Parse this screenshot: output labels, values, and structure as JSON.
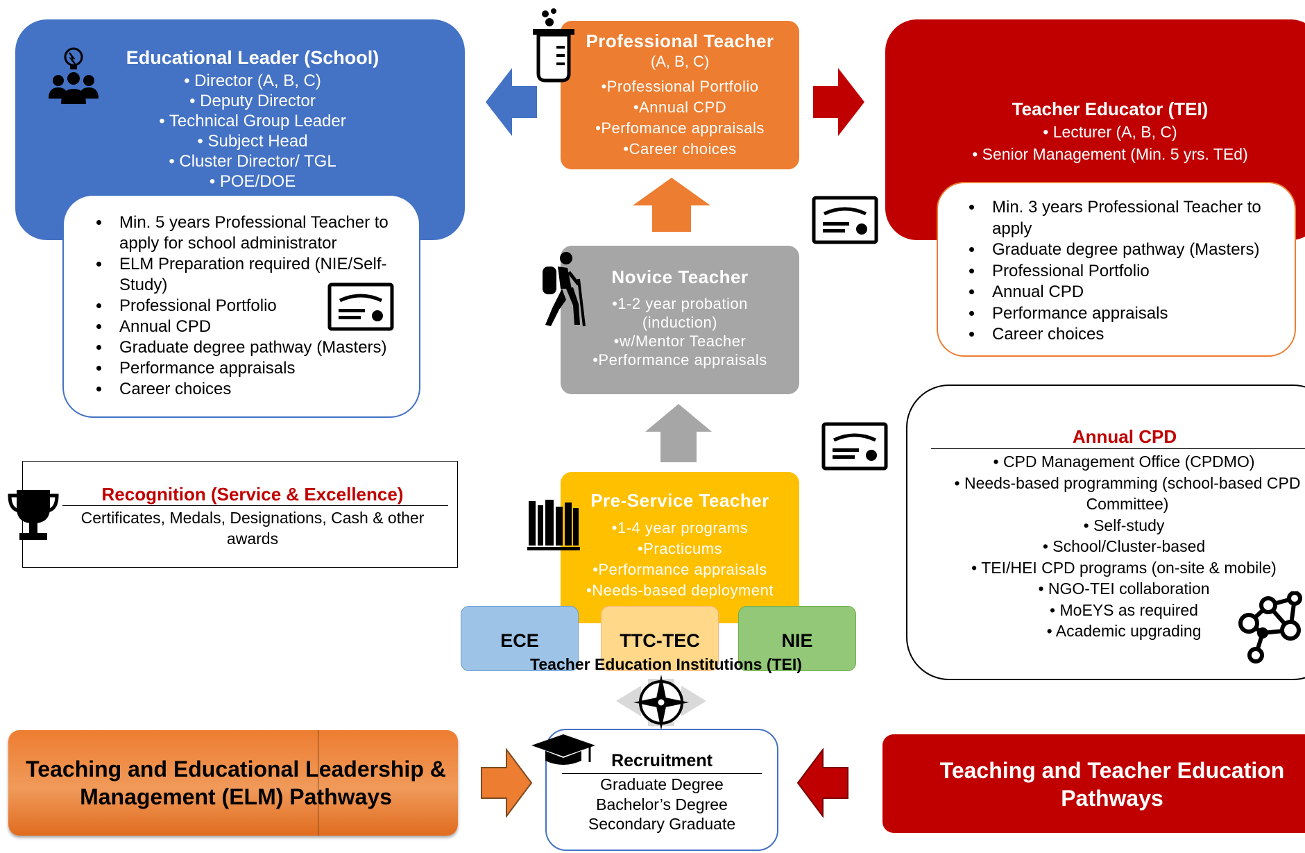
{
  "leader": {
    "title": "Educational Leader (School)",
    "items": [
      "• Director (A, B, C)",
      "• Deputy Director",
      "• Technical Group Leader",
      "• Subject Head",
      "• Cluster Director/ TGL",
      "• POE/DOE"
    ],
    "requirements": [
      "Min. 5 years Professional Teacher to apply for school administrator",
      "ELM Preparation required (NIE/Self-Study)",
      "Professional Portfolio",
      "Annual CPD",
      "Graduate degree pathway (Masters)",
      "Performance appraisals",
      "Career choices"
    ]
  },
  "professional": {
    "title": "Professional Teacher",
    "subtitle": "(A, B, C)",
    "items": [
      "•Professional Portfolio",
      "•Annual CPD",
      "•Perfomance appraisals",
      "•Career choices"
    ]
  },
  "educator": {
    "title": "Teacher Educator (TEI)",
    "items": [
      "• Lecturer (A, B, C)",
      "• Senior Management (Min. 5 yrs. TEd)"
    ],
    "requirements": [
      "Min. 3 years Professional Teacher to apply",
      "Graduate degree pathway (Masters)",
      "Professional Portfolio",
      "Annual CPD",
      "Performance appraisals",
      "Career choices"
    ]
  },
  "novice": {
    "title": "Novice Teacher",
    "items": [
      "•1-2 year probation",
      "(induction)",
      "•w/Mentor Teacher",
      "•Performance appraisals"
    ]
  },
  "preservice": {
    "title": "Pre-Service Teacher",
    "items": [
      "•1-4 year programs",
      "•Practicums",
      "•Performance appraisals",
      "•Needs-based deployment"
    ]
  },
  "institutions": {
    "items": [
      "ECE",
      "TTC-TEC",
      "NIE"
    ],
    "label": "Teacher Education Institutions (TEI)"
  },
  "recognition": {
    "title": "Recognition (Service & Excellence)",
    "text": "Certificates, Medals, Designations, Cash & other awards"
  },
  "cpd": {
    "title": "Annual CPD",
    "items": [
      "CPD Management Office (CPDMO)",
      "Needs-based programming (school-based CPD Committee)",
      "Self-study",
      "School/Cluster-based",
      "TEI/HEI CPD programs (on-site & mobile)",
      "NGO-TEI collaboration",
      "MoEYS as required",
      "Academic upgrading"
    ]
  },
  "recruitment": {
    "title": "Recruitment",
    "items": [
      "Graduate Degree",
      "Bachelor’s Degree",
      "Secondary Graduate"
    ]
  },
  "pathways": {
    "elm": "Teaching and Educational Leadership & Management (ELM) Pathways",
    "teacher_education": "Teaching and Teacher Education Pathways"
  },
  "icons": [
    "lightbulb-people-icon",
    "beaker-icon",
    "certificate-icon",
    "hiker-icon",
    "books-icon",
    "trophy-icon",
    "compass-icon",
    "graduation-cap-icon",
    "network-icon"
  ],
  "colors": {
    "blue": "#4472c4",
    "orange": "#ed7d31",
    "red": "#c00000",
    "gray": "#a6a6a6",
    "yellow": "#ffc000"
  }
}
